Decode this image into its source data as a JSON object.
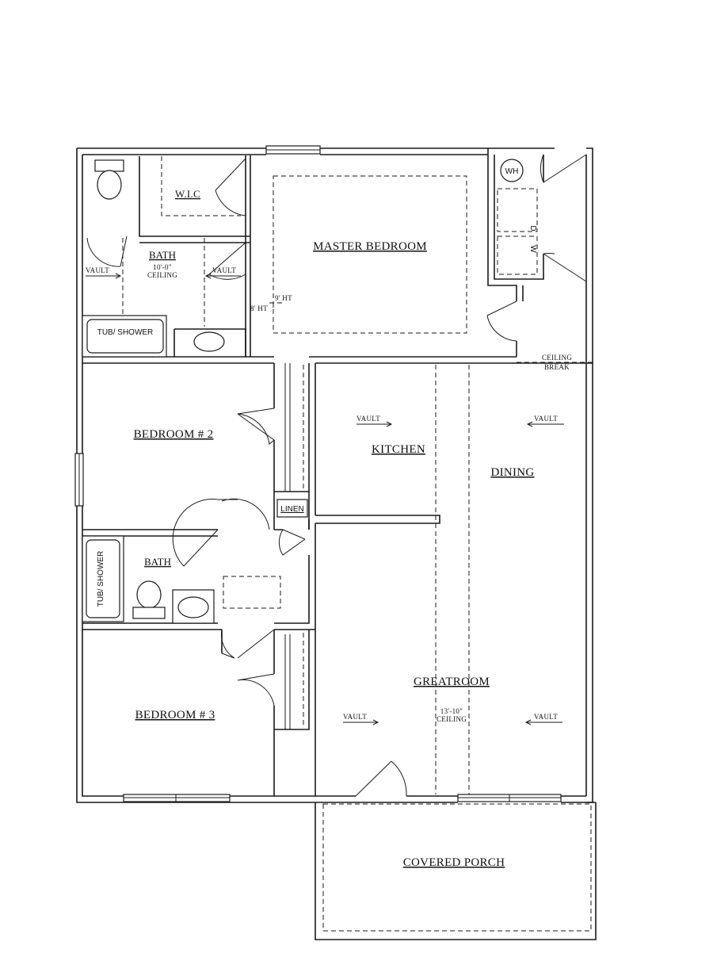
{
  "rooms": {
    "master_bedroom": "MASTER BEDROOM",
    "wic": "W.I.C",
    "bath_master": "BATH",
    "bath_master_ceiling_1": "10'-0\"",
    "bath_master_ceiling_2": "CEILING",
    "bedroom2": "BEDROOM # 2",
    "bedroom3": "BEDROOM # 3",
    "bath2": "BATH",
    "linen": "LINEN",
    "kitchen": "KITCHEN",
    "dining": "DINING",
    "greatroom": "GREATROOM",
    "greatroom_ceiling_1": "13'-10\"",
    "greatroom_ceiling_2": "CEILING",
    "covered_porch": "COVERED PORCH"
  },
  "annotations": {
    "vault": "VAULT",
    "ceiling_break_1": "CEILING",
    "ceiling_break_2": "BREAK",
    "ht_8": "8' HT",
    "ht_9": "9' HT"
  },
  "fixtures": {
    "tub_shower": "TUB/ SHOWER",
    "water_heater": "WH",
    "dryer": "D",
    "washer": "W"
  }
}
